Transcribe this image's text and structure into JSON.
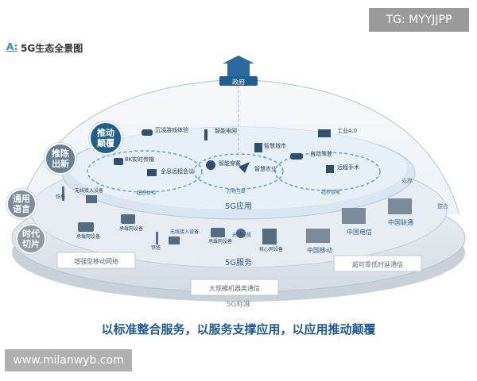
{
  "watermark_top": "TG: MYYJJPP",
  "watermark_bottom": "www.milanwyb.com",
  "heading": {
    "letter": "A:",
    "title": "5G生态全景图"
  },
  "government": "政府",
  "side_bubbles": [
    {
      "label": "推动颠覆",
      "color": "#1f5e8f"
    },
    {
      "label": "推陈出新",
      "color": "#6a7f93"
    },
    {
      "label": "通用语言",
      "color": "#7d8c9a"
    },
    {
      "label": "时代切片",
      "color": "#8f9aa5"
    }
  ],
  "application_layer": {
    "label": "5G应用",
    "groups": [
      {
        "label": "超感体验",
        "items": [
          "沉浸游戏体验",
          "8K实时传输",
          "全息远程会议"
        ]
      },
      {
        "label": "万物互联",
        "items": [
          "智能电网",
          "智慧城市",
          "智能穿戴",
          "智慧农业"
        ]
      },
      {
        "label": "超秒智能",
        "items": [
          "工业4.0",
          "自动驾驶",
          "远程手术"
        ]
      }
    ]
  },
  "service_layer": {
    "label": "5G服务",
    "items": [
      "铁塔",
      "无线接入设备",
      "承载网设备",
      "承载网设备",
      "铁塔",
      "无线接入设备",
      "承载网设备",
      "光纤光缆",
      "核心网设备"
    ]
  },
  "operators": [
    "中国移动",
    "中国电信",
    "中国联通"
  ],
  "edge_labels": {
    "support": "支撑",
    "integrate": "整合"
  },
  "standard_layer": {
    "label": "5G标准",
    "cards": [
      "增强型移动网络",
      "大规模机器类通信",
      "超可靠低时延通信"
    ]
  },
  "tagline": "以标准整合服务，以服务支撑应用，以应用推动颠覆"
}
